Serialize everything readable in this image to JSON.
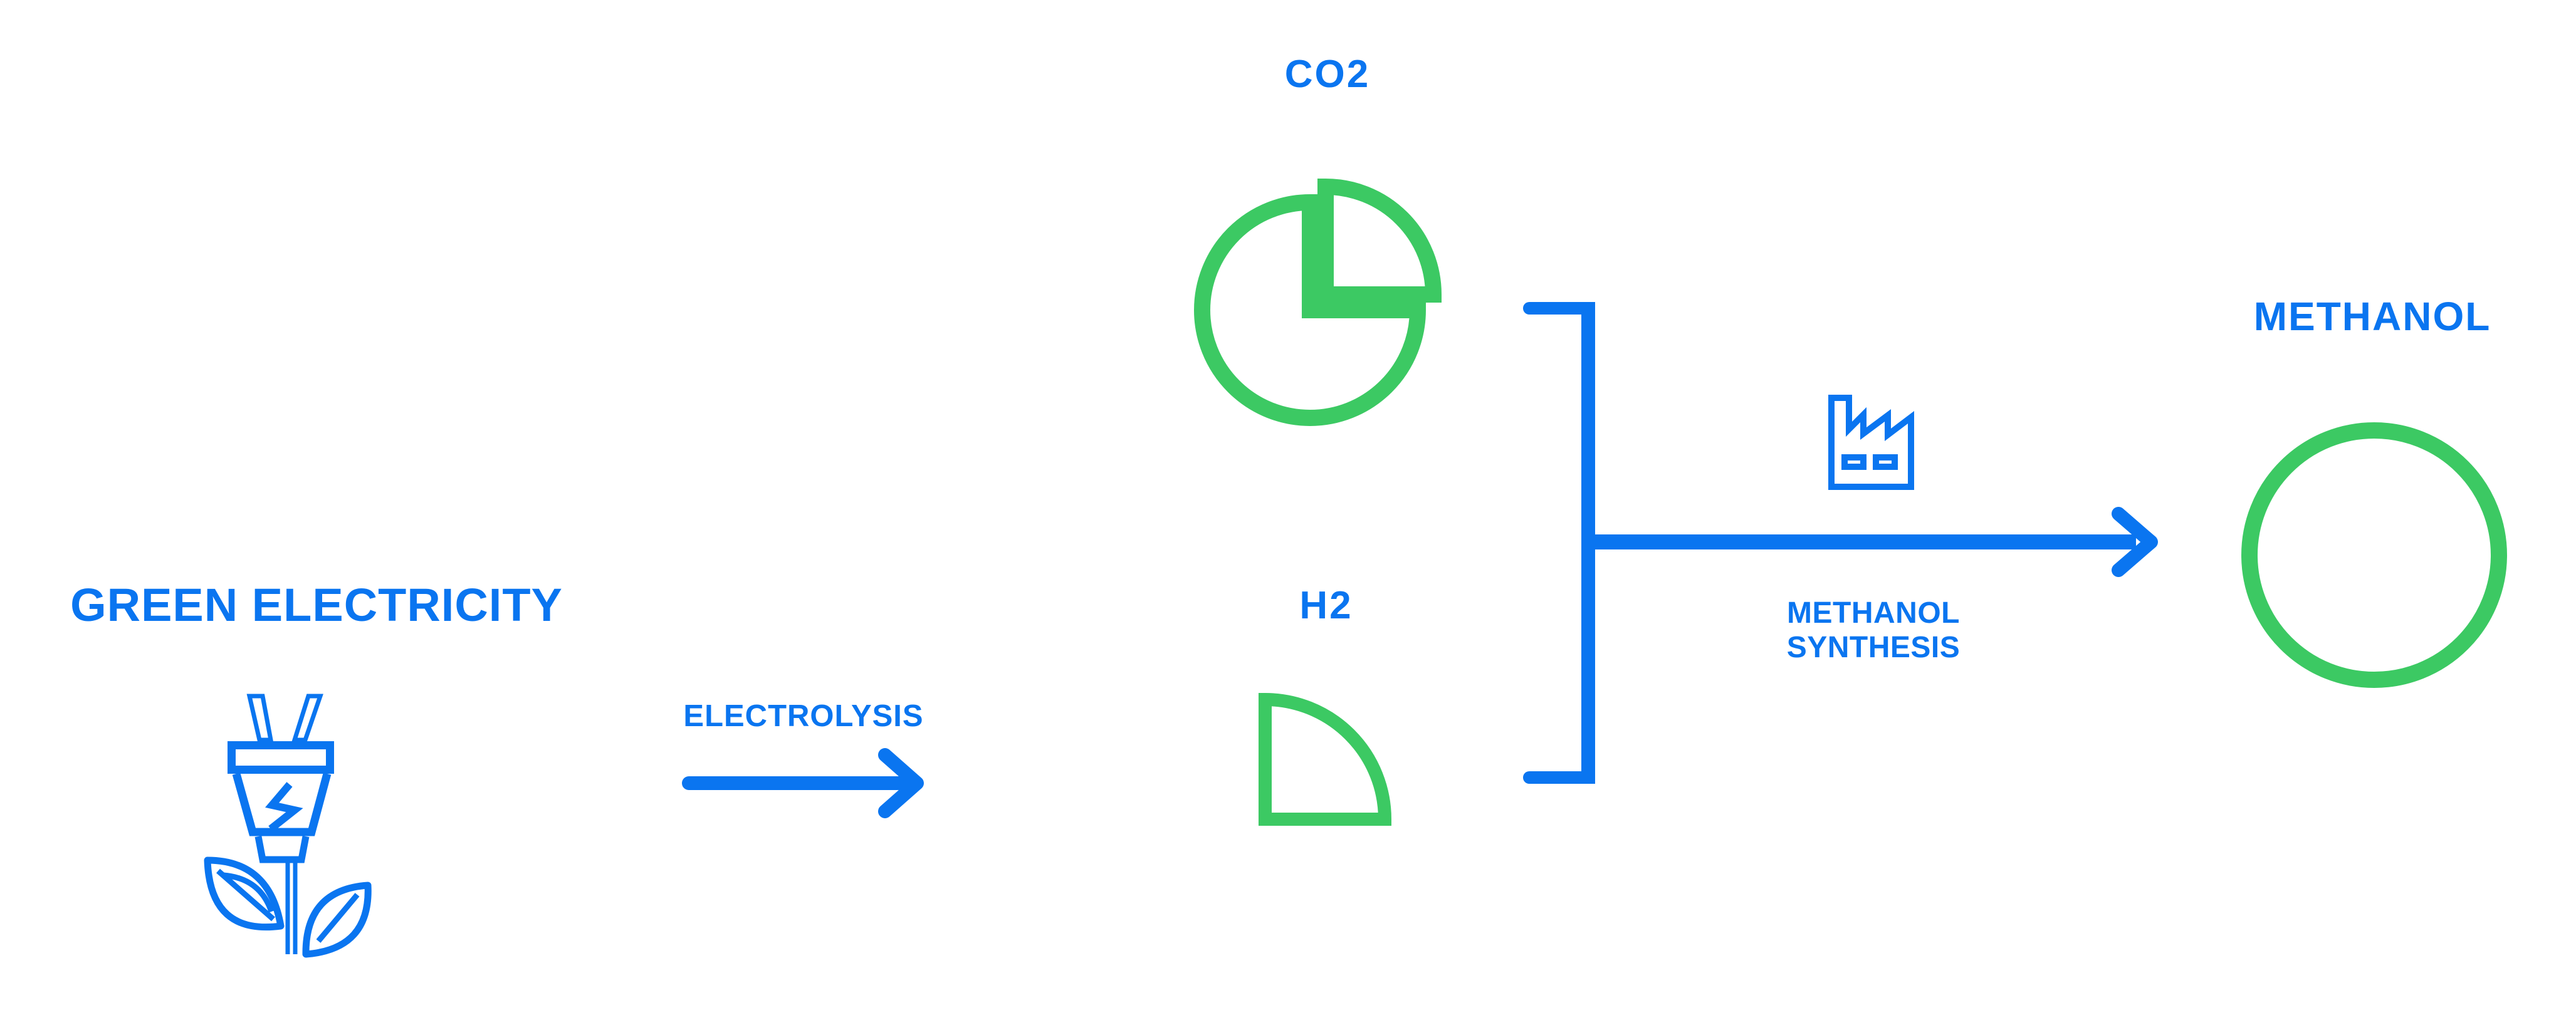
{
  "colors": {
    "blue": "#0a75f0",
    "green": "#3cc963",
    "background": "#ffffff"
  },
  "nodes": {
    "green_electricity": {
      "label": "GREEN ELECTRICITY",
      "icon": "plug-leaf-icon"
    },
    "co2": {
      "label": "CO2",
      "icon": "pie-three-quarters-icon"
    },
    "h2": {
      "label": "H2",
      "icon": "quarter-circle-icon"
    },
    "methanol": {
      "label": "METHANOL",
      "icon": "circle-outline-icon"
    }
  },
  "processes": {
    "electrolysis": {
      "label": "ELECTROLYSIS",
      "icon": "arrow-right-icon"
    },
    "methanol_synthesis": {
      "label_line1": "METHANOL",
      "label_line2": "SYNTHESIS",
      "icon": "factory-icon"
    }
  }
}
